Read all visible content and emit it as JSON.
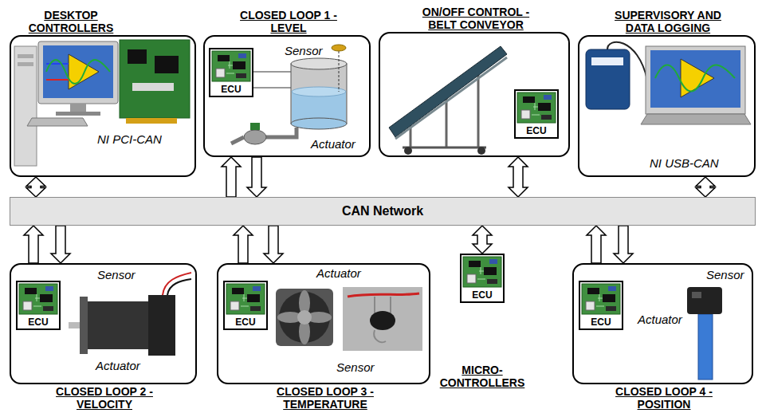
{
  "diagram": {
    "nodes": [
      {
        "text": [
          "DESKTOP CONTROLLERS",
          "NI PCI-CAN"
        ]
      },
      {
        "text": [
          "CLOSED LOOP 1 - LEVEL",
          "Sensor",
          "Actuator"
        ]
      },
      {
        "text": [
          "ECU"
        ],
        "in": 1
      },
      {
        "text": [
          "ON/OFF CONTROL - BELT CONVEYOR"
        ]
      },
      {
        "text": [
          "ECU"
        ],
        "in": 3
      },
      {
        "text": [
          "SUPERVISORY AND DATA LOGGING",
          "NI USB-CAN"
        ]
      },
      {
        "text": [
          "CAN Network"
        ]
      },
      {
        "text": [
          "CLOSED LOOP 2 - VELOCITY",
          "Sensor",
          "Actuator"
        ]
      },
      {
        "text": [
          "ECU"
        ],
        "in": 7
      },
      {
        "text": [
          "CLOSED LOOP 3 - TEMPERATURE",
          "Actuator",
          "Sensor"
        ]
      },
      {
        "text": [
          "ECU"
        ],
        "in": 9
      },
      {
        "text": [
          "MICRO- CONTROLLERS",
          "ECU"
        ]
      },
      {
        "text": [
          "CLOSED LOOP 4 - POSITION",
          "Sensor",
          "Actuator"
        ]
      },
      {
        "text": [
          "ECU"
        ],
        "in": 12
      }
    ],
    "edges": [
      {
        "from": 0,
        "to": 6,
        "arrow": "both"
      },
      {
        "from": 6,
        "to": 1,
        "arrow": "to"
      },
      {
        "from": 1,
        "to": 6,
        "arrow": "to"
      },
      {
        "from": 3,
        "to": 6,
        "arrow": "both"
      },
      {
        "from": 5,
        "to": 6,
        "arrow": "both"
      },
      {
        "from": 7,
        "to": 6,
        "arrow": "to"
      },
      {
        "from": 6,
        "to": 7,
        "arrow": "to"
      },
      {
        "from": 9,
        "to": 6,
        "arrow": "to"
      },
      {
        "from": 6,
        "to": 9,
        "arrow": "to"
      },
      {
        "from": 11,
        "to": 6,
        "arrow": "both"
      },
      {
        "from": 12,
        "to": 6,
        "arrow": "to"
      },
      {
        "from": 6,
        "to": 12,
        "arrow": "to"
      }
    ]
  }
}
